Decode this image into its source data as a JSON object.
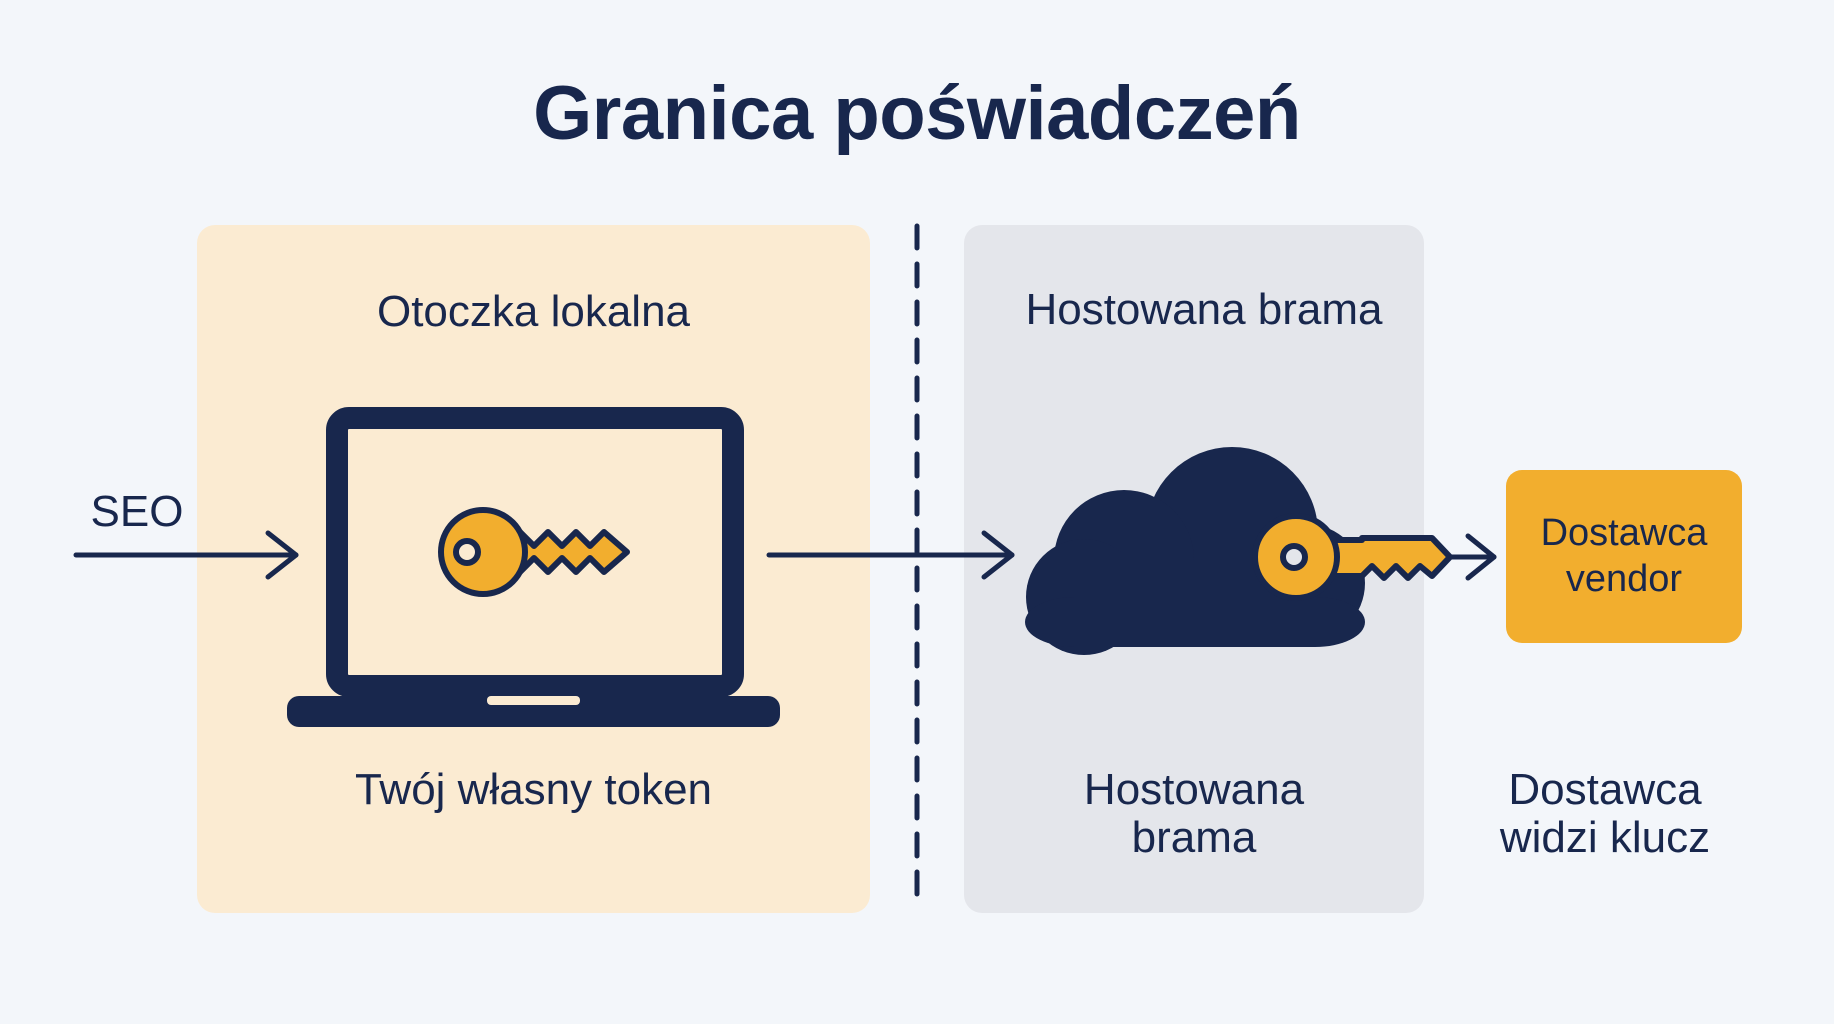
{
  "title": "Granica poświadczeń",
  "input_label": "SEO",
  "panels": {
    "local": {
      "title": "Otoczka lokalna",
      "caption": "Twój własny token"
    },
    "hosted": {
      "title": "Hostowana brama",
      "caption_line1": "Hostowana",
      "caption_line2": "brama"
    }
  },
  "vendor": {
    "box_line1": "Dostawca",
    "box_line2": "vendor",
    "caption_line1": "Dostawca",
    "caption_line2": "widzi klucz"
  },
  "colors": {
    "background": "#F3F6FA",
    "navy": "#18274D",
    "accent_orange": "#F2AE2E",
    "local_panel": "#FBEBD2",
    "hosted_panel": "#E4E6EB"
  },
  "icons": [
    "laptop-icon",
    "key-icon",
    "cloud-icon",
    "arrow-icon"
  ]
}
